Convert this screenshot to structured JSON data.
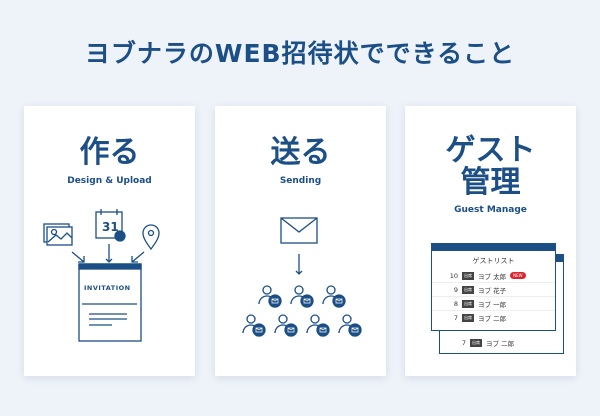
{
  "title": "ヨブナラのWEB招待状でできること",
  "cards": [
    {
      "heading": "作る",
      "subtitle": "Design & Upload",
      "invitation_label": "INVITATION",
      "calendar_day": "31"
    },
    {
      "heading": "送る",
      "subtitle": "Sending"
    },
    {
      "heading_line1": "ゲスト",
      "heading_line2": "管理",
      "subtitle": "Guest Manage",
      "list_title": "ゲストリスト",
      "badge": "出席",
      "new_badge": "NEW",
      "rows": [
        {
          "num": "10",
          "name": "ヨブ 太郎"
        },
        {
          "num": "9",
          "name": "ヨブ 花子"
        },
        {
          "num": "8",
          "name": "ヨブ 一郎"
        },
        {
          "num": "7",
          "name": "ヨブ 二郎"
        }
      ],
      "back_row": {
        "num": "7",
        "name": "ヨブ 二郎"
      }
    }
  ],
  "colors": {
    "primary": "#1b4f86",
    "background": "#eef3f9",
    "new": "#d8262c"
  }
}
